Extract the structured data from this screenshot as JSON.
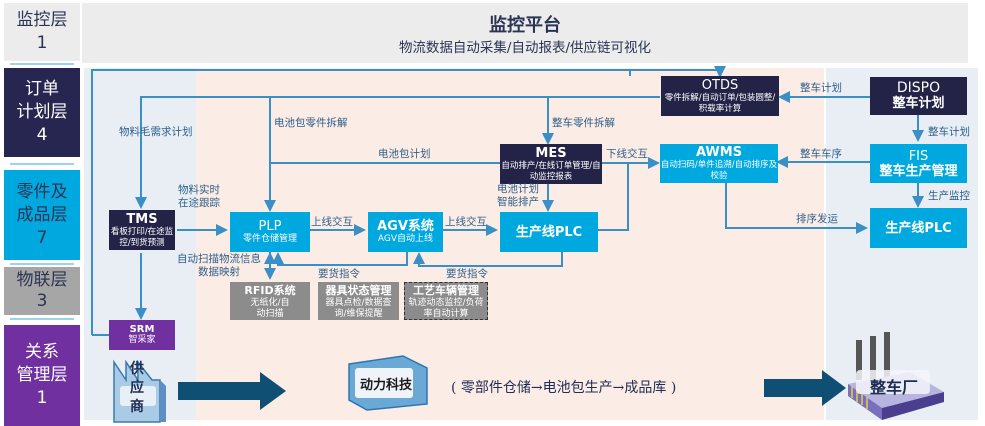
{
  "layers": [
    {
      "name": "监控层",
      "num": "1",
      "bg": "#ececec",
      "fg": "#2b3553"
    },
    {
      "name": "订单\n计划层",
      "num": "4",
      "bg": "#262650",
      "fg": "#ffffff"
    },
    {
      "name": "零件及\n成品层",
      "num": "7",
      "bg": "#00a8e0",
      "fg": "#2b3553"
    },
    {
      "name": "物联层",
      "num": "3",
      "bg": "#a6a6a6",
      "fg": "#2b3553"
    },
    {
      "name": "关系\n管理层",
      "num": "1",
      "bg": "#7030a0",
      "fg": "#ffffff"
    }
  ],
  "monitor": {
    "title": "监控平台",
    "subtitle": "物流数据自动采集/自动报表/供应链可视化"
  },
  "boxes": {
    "otds": {
      "title": "OTDS",
      "sub": "零件拆解/自动订单/包装圆整/积载率计算"
    },
    "dispo": {
      "title": "DISPO",
      "sub": "整车计划"
    },
    "mes": {
      "title": "MES",
      "sub": "自动排产/在线订单管理/自动监控报表"
    },
    "awms": {
      "title": "AWMS",
      "sub": "自动扫码/单件追溯/自动排序及校验"
    },
    "fis": {
      "title": "FIS",
      "sub": "整车生产管理"
    },
    "tms": {
      "title": "TMS",
      "sub": "看板打印/在途监控/到货预测"
    },
    "plp": {
      "title": "PLP",
      "sub": "零件仓储管理"
    },
    "agv": {
      "title": "AGV系统",
      "sub": "AGV自动上线"
    },
    "plc1": {
      "title": "生产线PLC"
    },
    "plc2": {
      "title": "生产线PLC"
    },
    "rfid": {
      "title": "RFID系统",
      "sub": "无纸化/自动扫描"
    },
    "tool": {
      "title": "器具状态管理",
      "sub": "器具点检/数据查询/维保提醒"
    },
    "vehicle": {
      "title": "工艺车辆管理",
      "sub": "轨迹动态监控/负荷率自动计算"
    },
    "srm": {
      "title": "SRM",
      "sub": "智采家"
    }
  },
  "labels": {
    "material_demand": "物料毛需求计划",
    "battery_parts": "电池包零件拆解",
    "vehicle_parts": "整车零件拆解",
    "vehicle_plan_1": "整车计划",
    "vehicle_plan_2": "整车计划",
    "battery_plan": "电池包计划",
    "offline": "下线交互",
    "vehicle_seq": "整车车序",
    "material_tracking": "物料实时\n在途跟踪",
    "online_1": "上线交互",
    "online_2": "上线交互",
    "battery_sched": "电池计划\n智能排产",
    "prod_monitor": "生产监控",
    "seq_ship": "排序发运",
    "auto_scan": "自动扫描物流信息\n数据映射",
    "order_cmd_1": "要货指令",
    "order_cmd_2": "要货指令"
  },
  "bottom": {
    "supplier": "供\n应\n商",
    "power_tech": "动力科技",
    "flow": "( 零部件仓储→电池包生产→成品库 )",
    "car_plant": "整车厂"
  },
  "colors": {
    "navy": "#232348",
    "cyan": "#00a8e0",
    "line": "#3a8fc6",
    "big_arrow": "#0f4f74",
    "zone_blue": "#e8eef4",
    "zone_peach": "#fbece5"
  }
}
